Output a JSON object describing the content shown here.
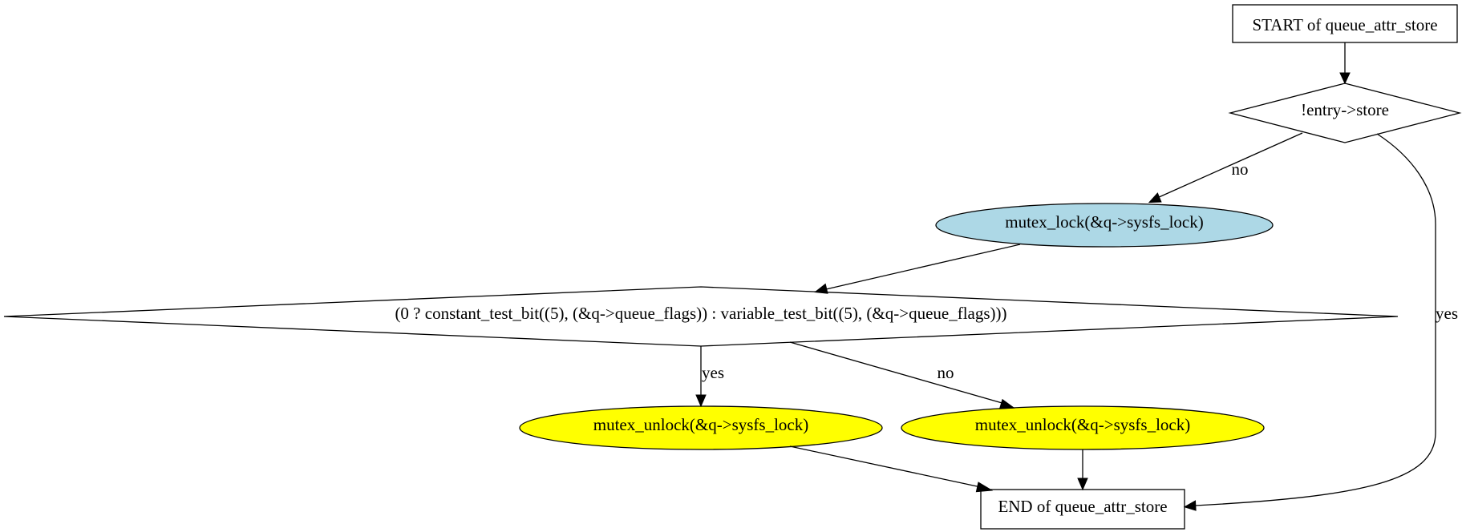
{
  "nodes": {
    "start": {
      "label": "START of queue_attr_store",
      "shape": "box"
    },
    "entry_check": {
      "label": "!entry->store",
      "shape": "diamond"
    },
    "mutex_lock": {
      "label": "mutex_lock(&q->sysfs_lock)",
      "shape": "ellipse",
      "fill": "#add8e6"
    },
    "flag_test": {
      "label": "(0 ? constant_test_bit((5), (&q->queue_flags)) : variable_test_bit((5), (&q->queue_flags)))",
      "shape": "diamond"
    },
    "unlock_yes": {
      "label": "mutex_unlock(&q->sysfs_lock)",
      "shape": "ellipse",
      "fill": "#ffff00"
    },
    "unlock_no": {
      "label": "mutex_unlock(&q->sysfs_lock)",
      "shape": "ellipse",
      "fill": "#ffff00"
    },
    "end": {
      "label": "END of queue_attr_store",
      "shape": "box"
    }
  },
  "edges": [
    {
      "from": "start",
      "to": "entry_check",
      "label": ""
    },
    {
      "from": "entry_check",
      "to": "mutex_lock",
      "label": "no"
    },
    {
      "from": "entry_check",
      "to": "end",
      "label": "yes"
    },
    {
      "from": "mutex_lock",
      "to": "flag_test",
      "label": ""
    },
    {
      "from": "flag_test",
      "to": "unlock_yes",
      "label": "yes"
    },
    {
      "from": "flag_test",
      "to": "unlock_no",
      "label": "no"
    },
    {
      "from": "unlock_yes",
      "to": "end",
      "label": ""
    },
    {
      "from": "unlock_no",
      "to": "end",
      "label": ""
    }
  ]
}
